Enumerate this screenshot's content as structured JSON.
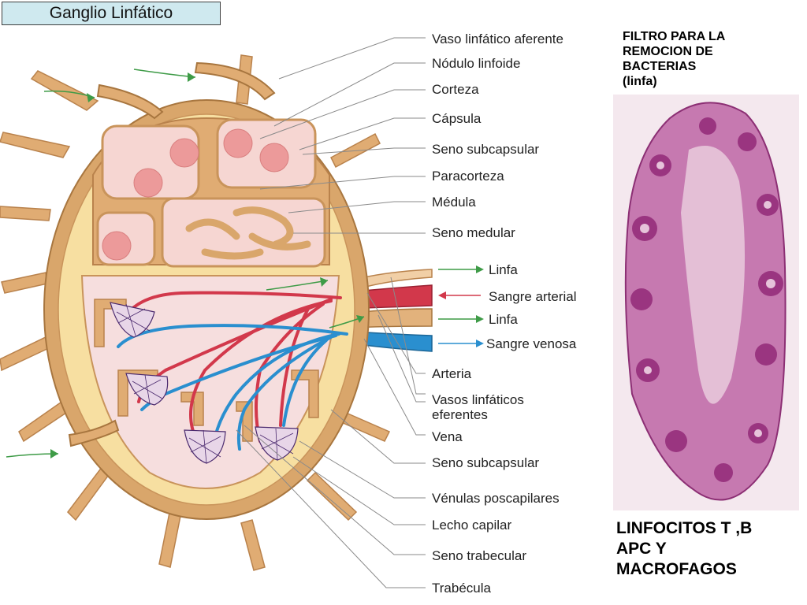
{
  "title": "Ganglio Linfático",
  "labels": {
    "vaso_aferente": "Vaso linfático aferente",
    "nodulo": "Nódulo linfoide",
    "corteza": "Corteza",
    "capsula": "Cápsula",
    "seno_subcapsular_top": "Seno subcapsular",
    "paracorteza": "Paracorteza",
    "medula": "Médula",
    "seno_medular": "Seno medular",
    "linfa_1": "Linfa",
    "sangre_arterial": "Sangre arterial",
    "linfa_2": "Linfa",
    "sangre_venosa": "Sangre venosa",
    "arteria": "Arteria",
    "vasos_eferentes_1": "Vasos linfáticos",
    "vasos_eferentes_2": "eferentes",
    "vena": "Vena",
    "seno_subcapsular_bottom": "Seno subcapsular",
    "venulas": "Vénulas poscapilares",
    "lecho_capilar": "Lecho capilar",
    "seno_trabecular": "Seno trabecular",
    "trabecula": "Trabécula"
  },
  "filter_note": [
    "FILTRO PARA LA",
    "REMOCION DE",
    "BACTERIAS",
    "(linfa)"
  ],
  "cells_note": [
    "LINFOCITOS T ,B",
    "APC Y",
    "MACROFAGOS"
  ],
  "colors": {
    "capsule": "#d9a66b",
    "sinus": "#f7dfa1",
    "cortex": "#f6d6d2",
    "nodule": "#ec9a9a",
    "artery": "#d2384b",
    "vein": "#2a8fcf",
    "lymph_arrow": "#3e9b47",
    "histology": "#b04a93"
  }
}
